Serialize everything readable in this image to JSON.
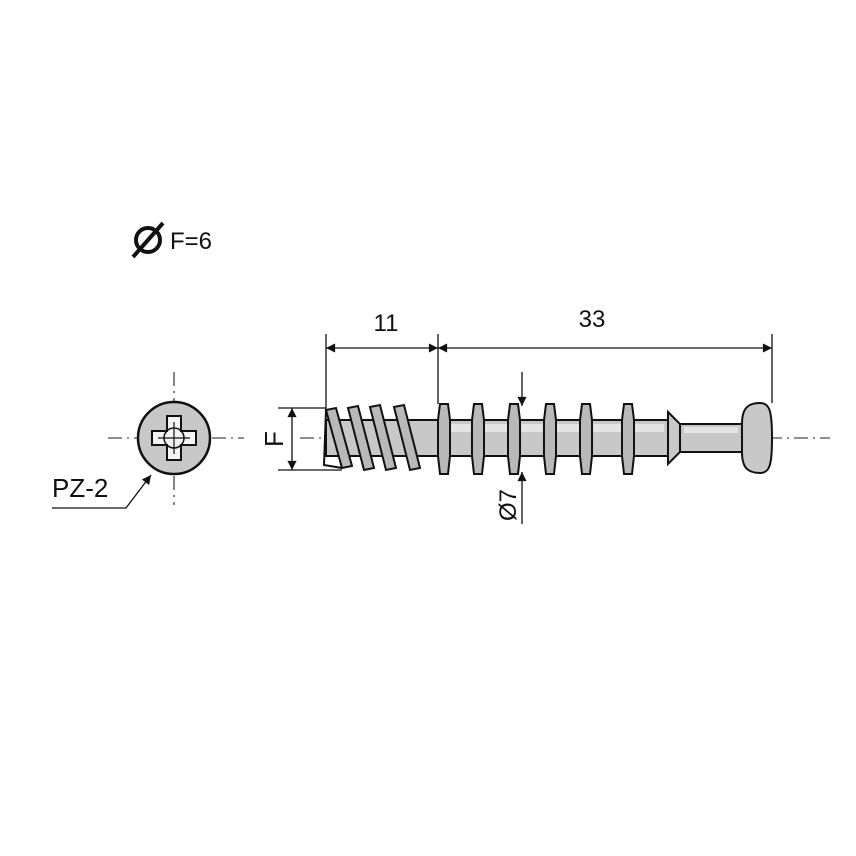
{
  "spec": {
    "diameter_symbol": "⌀",
    "diameter_label": "F=6"
  },
  "dimensions": {
    "threaded_length": "11",
    "shank_length": "33",
    "thread_diameter": "F",
    "collar_diameter": "Ø7"
  },
  "drive": {
    "label": "PZ-2"
  },
  "colors": {
    "line": "#111111",
    "fill": "#c8c8c8",
    "highlight": "#e4e4e4"
  }
}
